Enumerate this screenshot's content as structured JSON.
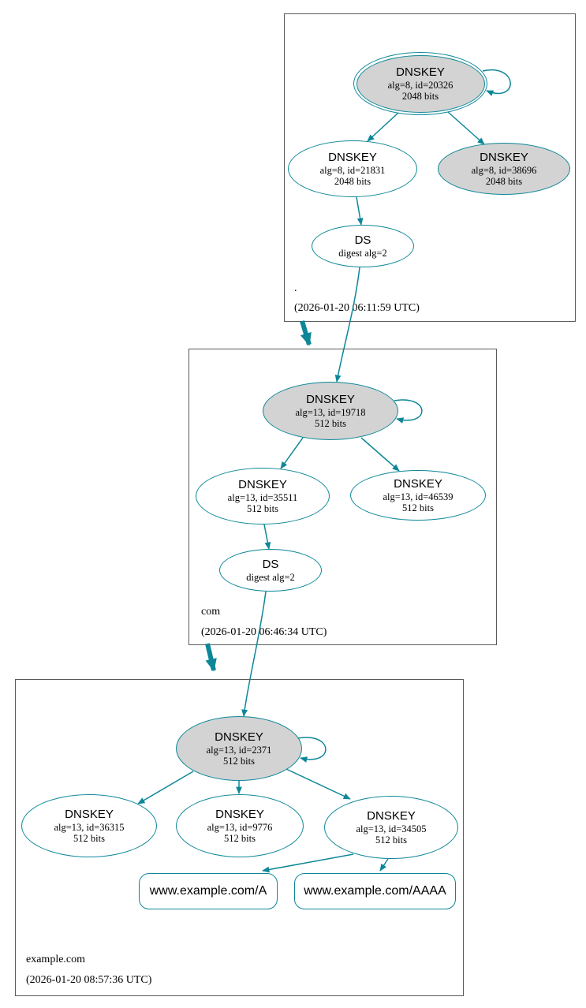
{
  "colors": {
    "teal": "#0d8798",
    "node_fill_gray": "#d3d3d3",
    "zone_box_border": "#5b5b5b",
    "background": "#ffffff",
    "text": "#000000"
  },
  "zones": {
    "root": {
      "label": ".",
      "timestamp": "(2026-01-20 06:11:59 UTC)",
      "nodes": {
        "ksk": {
          "title": "DNSKEY",
          "detail1": "alg=8, id=20326",
          "detail2": "2048 bits"
        },
        "zsk": {
          "title": "DNSKEY",
          "detail1": "alg=8, id=21831",
          "detail2": "2048 bits"
        },
        "key2": {
          "title": "DNSKEY",
          "detail1": "alg=8, id=38696",
          "detail2": "2048 bits"
        },
        "ds": {
          "title": "DS",
          "detail1": "digest alg=2"
        }
      }
    },
    "com": {
      "label": "com",
      "timestamp": "(2026-01-20 06:46:34 UTC)",
      "nodes": {
        "ksk": {
          "title": "DNSKEY",
          "detail1": "alg=13, id=19718",
          "detail2": "512 bits"
        },
        "zsk": {
          "title": "DNSKEY",
          "detail1": "alg=13, id=35511",
          "detail2": "512 bits"
        },
        "key2": {
          "title": "DNSKEY",
          "detail1": "alg=13, id=46539",
          "detail2": "512 bits"
        },
        "ds": {
          "title": "DS",
          "detail1": "digest alg=2"
        }
      }
    },
    "example": {
      "label": "example.com",
      "timestamp": "(2026-01-20 08:57:36 UTC)",
      "nodes": {
        "ksk": {
          "title": "DNSKEY",
          "detail1": "alg=13, id=2371",
          "detail2": "512 bits"
        },
        "zsk1": {
          "title": "DNSKEY",
          "detail1": "alg=13, id=36315",
          "detail2": "512 bits"
        },
        "zsk2": {
          "title": "DNSKEY",
          "detail1": "alg=13, id=9776",
          "detail2": "512 bits"
        },
        "zsk3": {
          "title": "DNSKEY",
          "detail1": "alg=13, id=34505",
          "detail2": "512 bits"
        },
        "rrset_a": {
          "label": "www.example.com/A"
        },
        "rrset_aaaa": {
          "label": "www.example.com/AAAA"
        }
      }
    }
  }
}
